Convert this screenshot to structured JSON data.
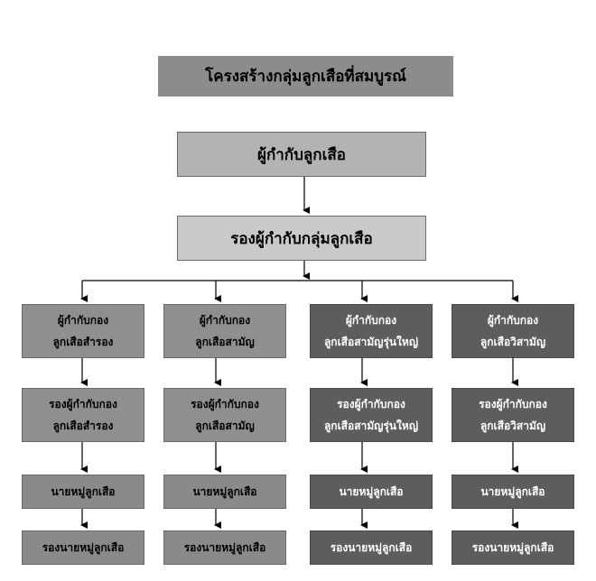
{
  "title": "โครงสร้างกลุ่มลูกเสือที่สมบูรณ์",
  "top_nodes": {
    "commander": "ผู้กำกับลูกเสือ",
    "deputy": "รองผู้กำกับกลุ่มลูกเสือ"
  },
  "columns": [
    {
      "leader_line1": "ผู้กำกับกอง",
      "leader_line2": "ลูกเสือสำรอง",
      "deputy_line1": "รองผู้กำกับกอง",
      "deputy_line2": "ลูกเสือสำรอง",
      "patrol_leader": "นายหมู่ลูกเสือ",
      "assistant_patrol_leader": "รองนายหมู่ลูกเสือ"
    },
    {
      "leader_line1": "ผู้กำกับกอง",
      "leader_line2": "ลูกเสือสามัญ",
      "deputy_line1": "รองผู้กำกับกอง",
      "deputy_line2": "ลูกเสือสามัญ",
      "patrol_leader": "นายหมู่ลูกเสือ",
      "assistant_patrol_leader": "รองนายหมู่ลูกเสือ"
    },
    {
      "leader_line1": "ผู้กำกับกอง",
      "leader_line2": "ลูกเสือสามัญรุ่นใหญ่",
      "deputy_line1": "รองผู้กำกับกอง",
      "deputy_line2": "ลูกเสือสามัญรุ่นใหญ่",
      "patrol_leader": "นายหมู่ลูกเสือ",
      "assistant_patrol_leader": "รองนายหมู่ลูกเสือ"
    },
    {
      "leader_line1": "ผู้กำกับกอง",
      "leader_line2": "ลูกเสือวิสามัญ",
      "deputy_line1": "รองผู้กำกับกอง",
      "deputy_line2": "ลูกเสือวิสามัญ",
      "patrol_leader": "นายหมู่ลูกเสือ",
      "assistant_patrol_leader": "รองนายหมู่ลูกเสือ"
    }
  ]
}
